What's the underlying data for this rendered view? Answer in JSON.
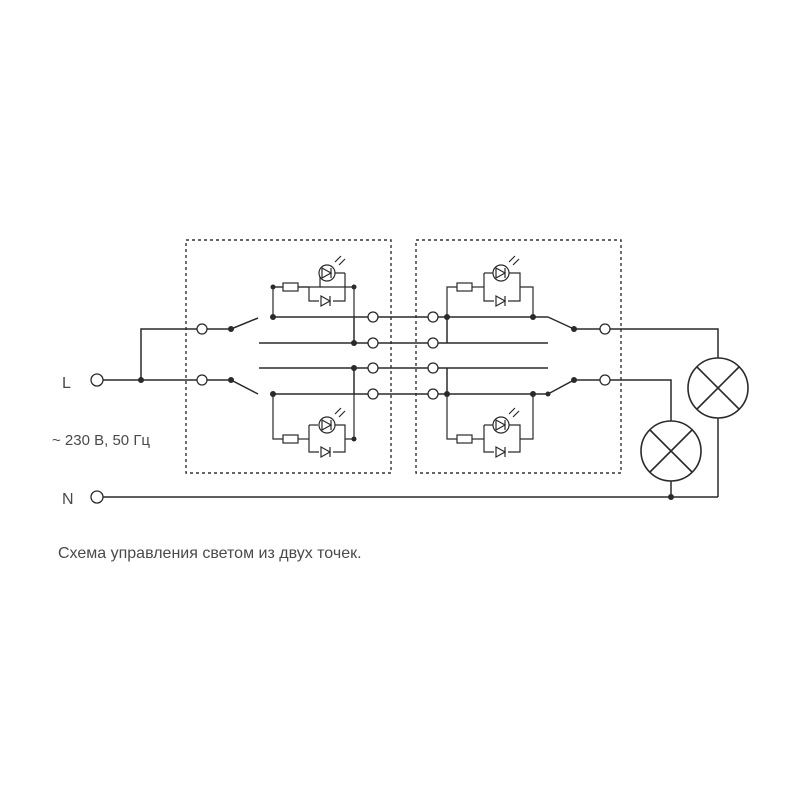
{
  "labels": {
    "line": "L",
    "neutral": "N",
    "supply": "~ 230 В, 50 Гц"
  },
  "caption": "Схема управления светом из двух точек.",
  "colors": {
    "line": "#2a2a2a",
    "text": "#4a4a4a",
    "background": "#ffffff"
  }
}
